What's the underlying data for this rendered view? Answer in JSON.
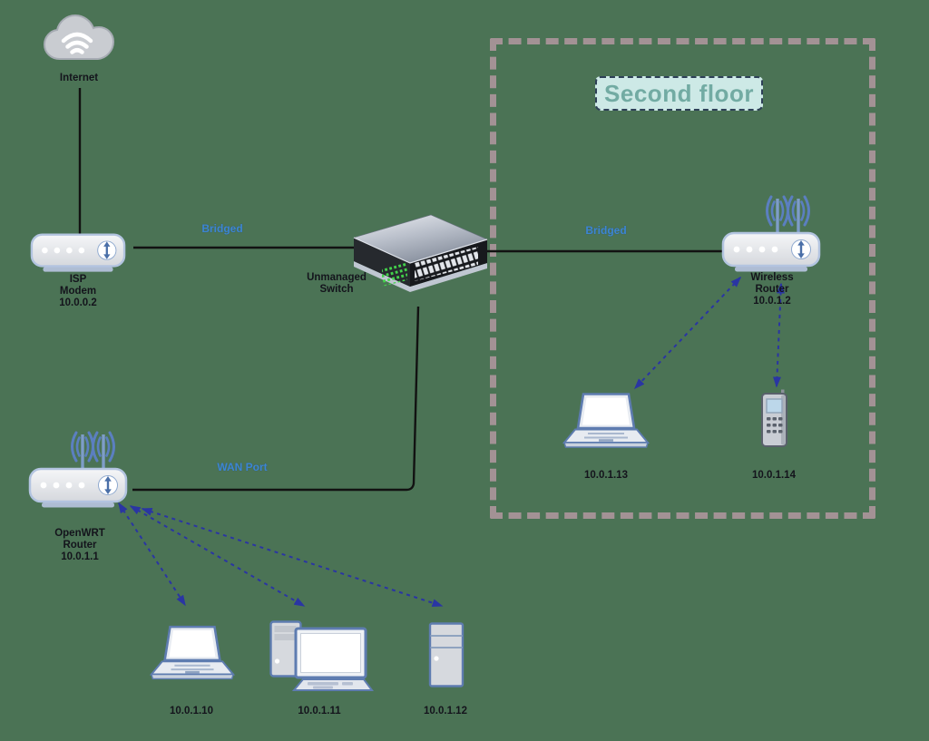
{
  "diagram": {
    "zone": {
      "label": "Second floor"
    },
    "nodes": {
      "internet": {
        "label": "Internet"
      },
      "isp_modem": {
        "label": "ISP\nModem\n10.0.0.2"
      },
      "switch": {
        "label": "Unmanaged\nSwitch"
      },
      "wireless_router": {
        "label": "Wireless\nRouter\n10.0.1.2"
      },
      "openwrt_router": {
        "label": "OpenWRT\nRouter\n10.0.1.1"
      },
      "laptop_1": {
        "label": "10.0.1.10"
      },
      "desktop": {
        "label": "10.0.1.11"
      },
      "server": {
        "label": "10.0.1.12"
      },
      "laptop_2": {
        "label": "10.0.1.13"
      },
      "phone": {
        "label": "10.0.1.14"
      }
    },
    "edge_labels": {
      "bridged_left": "Bridged",
      "bridged_right": "Bridged",
      "wan_port": "WAN Port"
    },
    "colors": {
      "background": "#4b7355",
      "edge_label_blue": "#3c86d2",
      "arrow_navy": "#2a35a3",
      "line_black": "#121212",
      "zone_border": "#a39295",
      "zone_title_fill": "#cde9e6",
      "zone_title_text": "#72aba3",
      "led_green": "#43d34b"
    }
  }
}
